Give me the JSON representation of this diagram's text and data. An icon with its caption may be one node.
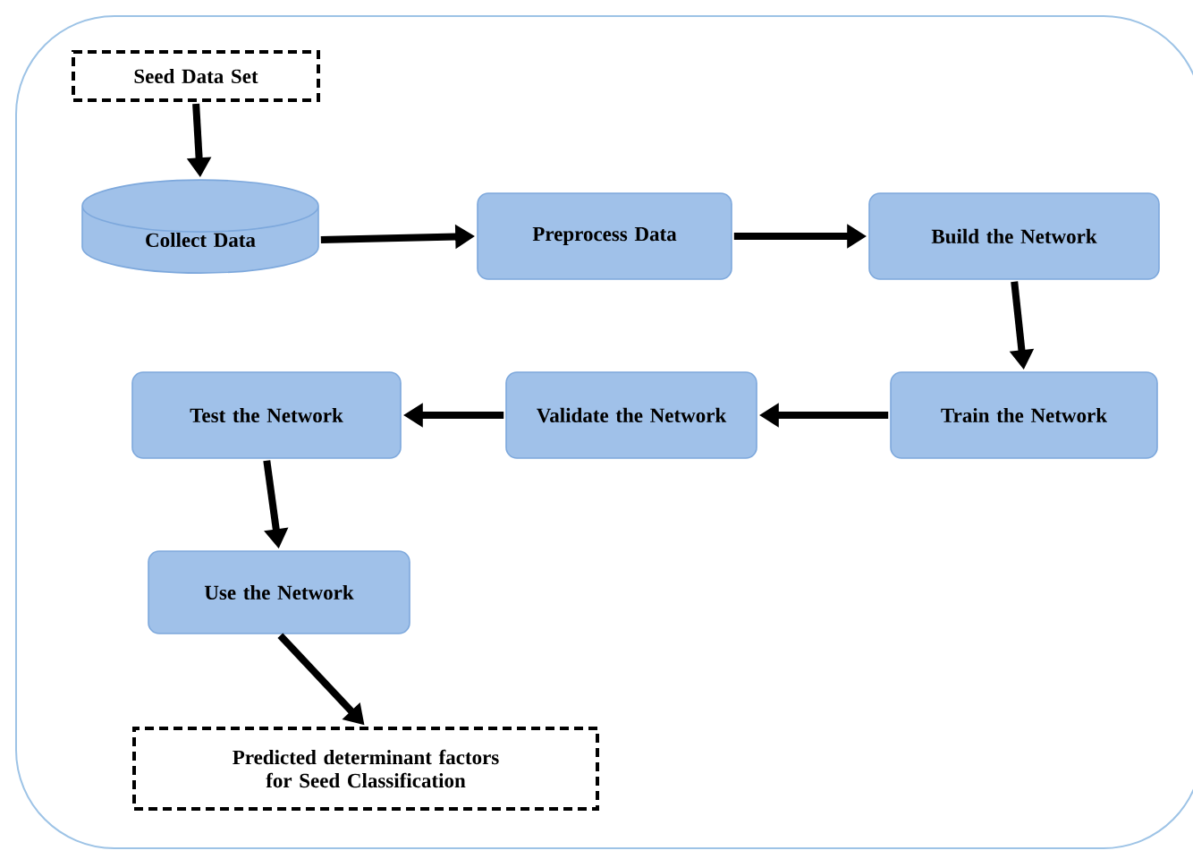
{
  "diagram": {
    "nodes": [
      {
        "text": [
          "Seed Data Set"
        ]
      },
      {
        "text": [
          "Collect Data"
        ]
      },
      {
        "text": [
          "Preprocess Data"
        ]
      },
      {
        "text": [
          "Build the Network"
        ]
      },
      {
        "text": [
          "Train the Network"
        ]
      },
      {
        "text": [
          "Validate the Network"
        ]
      },
      {
        "text": [
          "Test the Network"
        ]
      },
      {
        "text": [
          "Use the Network"
        ]
      },
      {
        "text": [
          "Predicted determinant factors for Seed Classification"
        ]
      }
    ],
    "edges": [
      {
        "from": 0,
        "to": 1,
        "arrow": "to"
      },
      {
        "from": 1,
        "to": 2,
        "arrow": "to"
      },
      {
        "from": 2,
        "to": 3,
        "arrow": "to"
      },
      {
        "from": 3,
        "to": 4,
        "arrow": "to"
      },
      {
        "from": 4,
        "to": 5,
        "arrow": "to"
      },
      {
        "from": 5,
        "to": 6,
        "arrow": "to"
      },
      {
        "from": 6,
        "to": 7,
        "arrow": "to"
      },
      {
        "from": 7,
        "to": 8,
        "arrow": "to"
      }
    ]
  }
}
